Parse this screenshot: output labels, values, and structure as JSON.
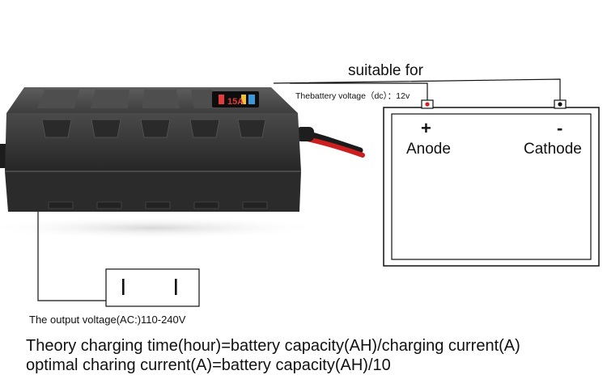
{
  "labels": {
    "suitable_for": "suitable for",
    "battery_voltage": "Thebattery voltage（dc）：12v",
    "plus": "+",
    "minus": "-",
    "anode": "Anode",
    "cathode": "Cathode",
    "output_voltage": "The output voltage(AC:)110-240V"
  },
  "formulas": {
    "line1": "Theory charging time(hour)=battery capacity(AH)/charging current(A)",
    "line2": "optimal charing current(A)=battery capacity(AH)/10"
  },
  "display_reading": "15A",
  "colors": {
    "charger_body": "#3a3a3a",
    "display_red": "#e23b3b",
    "cable_red": "#cc1f1f",
    "positive_terminal": "#d42020"
  }
}
